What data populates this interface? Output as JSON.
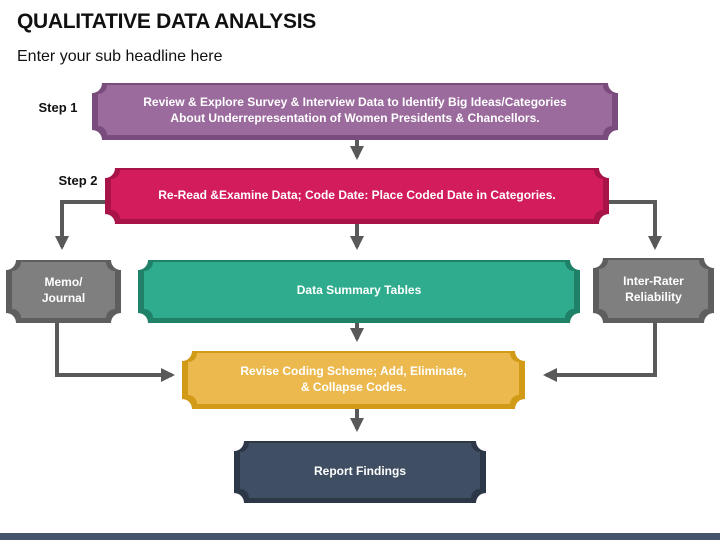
{
  "slide": {
    "title": "QUALITATIVE DATA ANALYSIS",
    "subtitle": "Enter your sub headline here"
  },
  "flow": {
    "step1_label": "Step 1",
    "step2_label": "Step 2",
    "step1_box": "Review & Explore Survey & Interview Data to Identify Big Ideas/Categories\nAbout Underrepresentation of Women Presidents & Chancellors.",
    "step2_box": "Re-Read &Examine Data; Code Date: Place Coded Date in Categories.",
    "memo_box": "Memo/\nJournal",
    "summary_box": "Data Summary Tables",
    "interrater_box": "Inter-Rater\nReliability",
    "revise_box": "Revise Coding Scheme; Add, Eliminate,\n& Collapse Codes.",
    "report_box": "Report Findings"
  },
  "colors": {
    "purple": "#9B6B9D",
    "purple_dark": "#7A4C7E",
    "crimson": "#D31C5C",
    "crimson_dark": "#A81348",
    "teal": "#2FAC8D",
    "teal_dark": "#1F8168",
    "gray": "#7F7F7F",
    "gray_dark": "#5E5E5E",
    "gold": "#ECB94F",
    "gold_dark": "#D29B17",
    "navy": "#3F4E63",
    "navy_dark": "#2C3747",
    "connector": "#595959",
    "footer_bar": "#44546A",
    "text_on_box": "#FFFFFF",
    "title_text": "#111111"
  }
}
